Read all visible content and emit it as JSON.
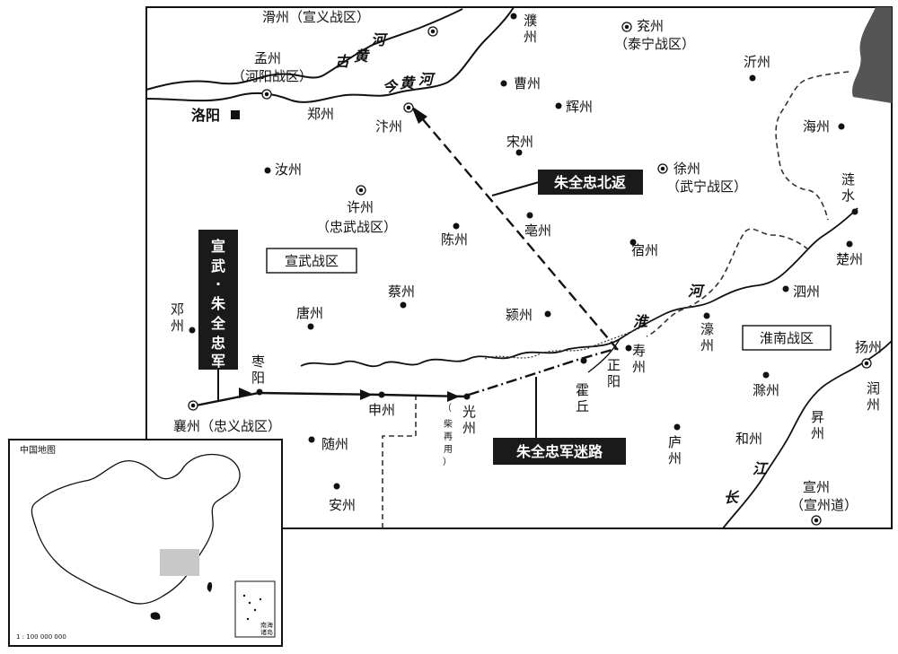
{
  "map": {
    "places": {
      "huazhou": "滑州（宣义战区）",
      "puzhou": "濮州",
      "yanzhou1": "兖州",
      "yanzhou2": "（泰宁战区）",
      "mengzhou1": "孟州",
      "mengzhou2": "（河阳战区）",
      "luoyang": "洛阳",
      "zhengzhou": "郑州",
      "bianzhou": "汴州",
      "caozhou": "曹州",
      "huizhou": "辉州",
      "songzhou": "宋州",
      "yizhou": "沂州",
      "haizhou": "海州",
      "xuzhou1": "徐州",
      "xuzhou2": "（武宁战区）",
      "ruzhou": "汝州",
      "xuzhou_h1": "许州",
      "xuzhou_h2": "（忠武战区）",
      "chenzhou": "陈州",
      "bozhou": "亳州",
      "suzhou": "宿州",
      "lianshui1": "涟",
      "lianshui2": "水",
      "chuzhou": "楚州",
      "sizhou": "泗州",
      "caizhou": "蔡州",
      "tangzhou": "唐州",
      "yingzhou": "颍州",
      "haozhou1": "濠",
      "haozhou2": "州",
      "shouzhou1": "寿",
      "shouzhou2": "州",
      "zhengyang1": "正",
      "zhengyang2": "阳",
      "huoqiu1": "霍",
      "huoqiu2": "丘",
      "yangzhou": "扬州",
      "chuzhou2": "滁州",
      "runzhou1": "润",
      "runzhou2": "州",
      "shengzhou1": "昇",
      "shengzhou2": "州",
      "hezhou": "和州",
      "luzhou1": "庐",
      "luzhou2": "州",
      "xuanzhou1": "宣州",
      "xuanzhou2": "（宣州道）",
      "dengzhou1": "邓",
      "dengzhou2": "州",
      "zaoyang1": "枣",
      "zaoyang2": "阳",
      "xiangzhou": "襄州（忠义战区）",
      "shenzhou": "申州",
      "guangzhou1": "光",
      "guangzhou2": "州",
      "chaiyong1": "（",
      "chaiyong2": "柴",
      "chaiyong3": "再",
      "chaiyong4": "用",
      "chaiyong5": "）",
      "suizhou": "随州",
      "anzhou": "安州"
    },
    "rivers": {
      "gu1": "古",
      "gu2": "黄",
      "gu3": "河",
      "jin1": "今",
      "jin2": "黄",
      "jin3": "河",
      "huai1": "淮",
      "huai2": "河",
      "jiang1": "江",
      "jiang2": "长"
    },
    "regions": {
      "xuanwu": "宣武战区",
      "huainan": "淮南战区"
    },
    "callouts": {
      "north": "朱全忠北返",
      "lost": "朱全忠军迷路",
      "army": [
        "宣",
        "武",
        "·",
        "朱",
        "全",
        "忠",
        "军"
      ]
    }
  },
  "inset": {
    "title": "中国地图",
    "scale": "1 : 100 000 000",
    "sea1": "南海",
    "sea2": "诸岛"
  }
}
